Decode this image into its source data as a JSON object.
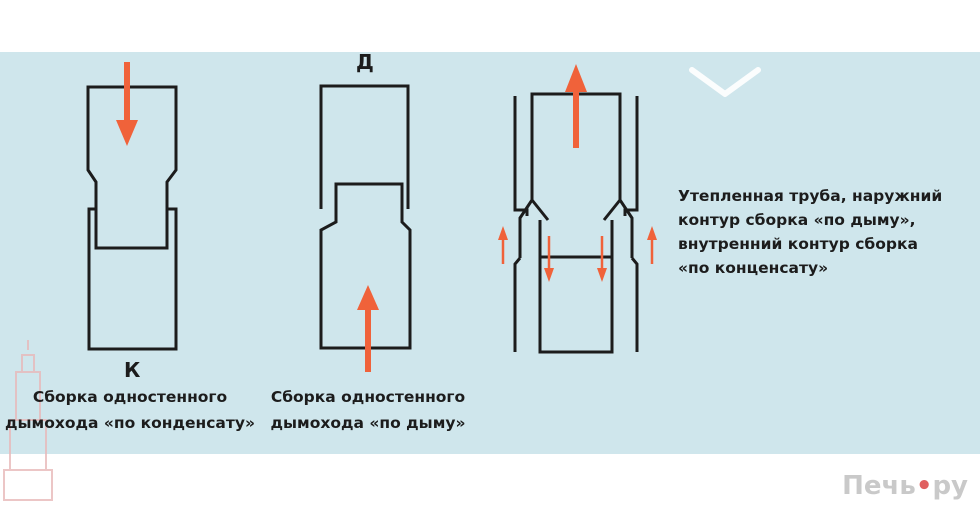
{
  "labels": {
    "k": "К",
    "d": "Д"
  },
  "captions": {
    "condensate_1": "Сборка одностенного",
    "condensate_2": "дымохода «по конденсату»",
    "smoke_1": "Сборка одностенного",
    "smoke_2": "дымохода «по дыму»",
    "insulated_1": "Утепленная труба, наружний",
    "insulated_2": "контур сборка «по дыму»,",
    "insulated_3": "внутренний контур сборка",
    "insulated_4": "«по конценсату»"
  },
  "watermark": {
    "left": "Печь",
    "dot": "•",
    "right": "ру"
  },
  "colors": {
    "panel": "#cfe6ec",
    "line": "#1c1c1c",
    "arrow": "#f0623a"
  },
  "icons": [
    "chevron-down-icon",
    "tower-logo"
  ]
}
